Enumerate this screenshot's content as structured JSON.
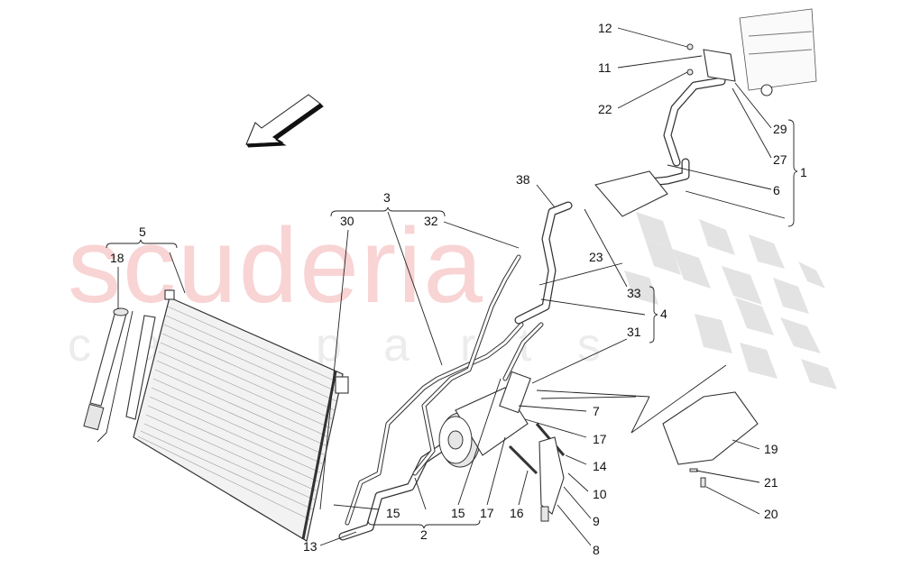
{
  "watermark": {
    "brand": "scuderia",
    "sub_letters": [
      "c",
      "a",
      "r",
      "p",
      "a",
      "r",
      "t",
      "s"
    ],
    "brand_color": "#f9d4d4",
    "sub_color": "#ececec",
    "checker_color": "#e3e3e3"
  },
  "diagram": {
    "subject": "Air conditioning system - condenser, compressor, hoses and pipes",
    "direction_arrow": "front-direction-arrow",
    "callouts": [
      {
        "id": "12",
        "label": "12"
      },
      {
        "id": "11",
        "label": "11"
      },
      {
        "id": "22",
        "label": "22"
      },
      {
        "id": "29",
        "label": "29"
      },
      {
        "id": "27",
        "label": "27"
      },
      {
        "id": "1",
        "label": "1"
      },
      {
        "id": "6",
        "label": "6"
      },
      {
        "id": "38",
        "label": "38"
      },
      {
        "id": "3",
        "label": "3"
      },
      {
        "id": "30",
        "label": "30"
      },
      {
        "id": "32",
        "label": "32"
      },
      {
        "id": "5",
        "label": "5"
      },
      {
        "id": "18",
        "label": "18"
      },
      {
        "id": "23",
        "label": "23"
      },
      {
        "id": "33",
        "label": "33"
      },
      {
        "id": "4",
        "label": "4"
      },
      {
        "id": "31",
        "label": "31"
      },
      {
        "id": "7",
        "label": "7"
      },
      {
        "id": "17a",
        "label": "17"
      },
      {
        "id": "14",
        "label": "14"
      },
      {
        "id": "10",
        "label": "10"
      },
      {
        "id": "9",
        "label": "9"
      },
      {
        "id": "8",
        "label": "8"
      },
      {
        "id": "16",
        "label": "16"
      },
      {
        "id": "17b",
        "label": "17"
      },
      {
        "id": "15a",
        "label": "15"
      },
      {
        "id": "15b",
        "label": "15"
      },
      {
        "id": "15c",
        "label": "15"
      },
      {
        "id": "2",
        "label": "2"
      },
      {
        "id": "13",
        "label": "13"
      },
      {
        "id": "19",
        "label": "19"
      },
      {
        "id": "21",
        "label": "21"
      },
      {
        "id": "20",
        "label": "20"
      }
    ],
    "groups": [
      {
        "label": "1",
        "members": [
          "29",
          "27",
          "6"
        ]
      },
      {
        "label": "2",
        "members": [
          "15",
          "15"
        ]
      },
      {
        "label": "3",
        "members": [
          "30",
          "32"
        ]
      },
      {
        "label": "4",
        "members": [
          "33",
          "31"
        ]
      },
      {
        "label": "5",
        "members": [
          "18"
        ]
      }
    ]
  }
}
